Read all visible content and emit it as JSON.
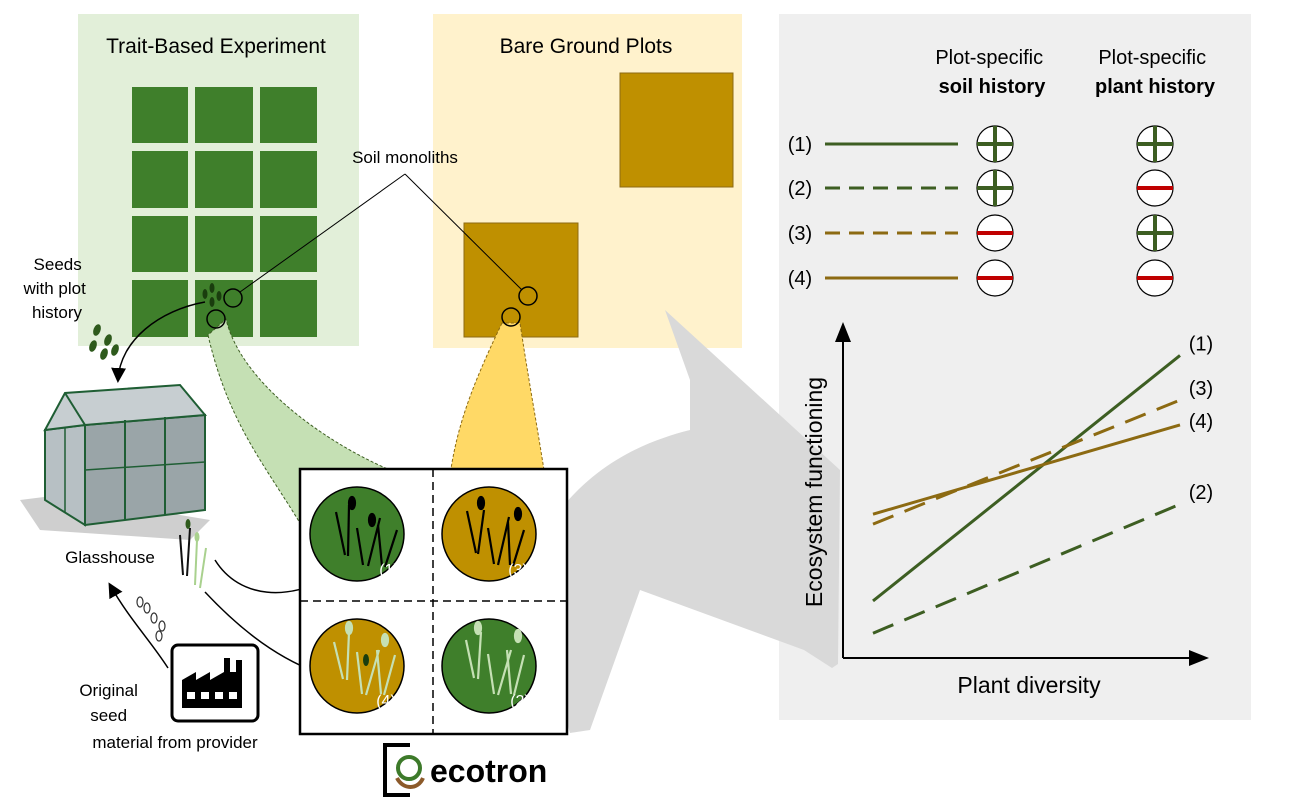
{
  "panels": {
    "trait_title": "Trait-Based Experiment",
    "bare_title": "Bare Ground Plots",
    "soil_monoliths": "Soil monoliths",
    "seeds_lines": [
      "Seeds",
      "with plot",
      "history"
    ],
    "glasshouse": "Glasshouse",
    "original_lines": [
      "Original",
      "seed",
      "material from provider"
    ],
    "logo": "ecotron"
  },
  "quadrant_labels": [
    "(1)",
    "(3)",
    "(4)",
    "(2)"
  ],
  "legend": {
    "soil_header": [
      "Plot-specific",
      "soil history"
    ],
    "plant_header": [
      "Plot-specific",
      "plant history"
    ],
    "rows": [
      {
        "label": "(1)",
        "line": "solid",
        "color": "green",
        "soil": "+",
        "plant": "+"
      },
      {
        "label": "(2)",
        "line": "dashed",
        "color": "green",
        "soil": "+",
        "plant": "-"
      },
      {
        "label": "(3)",
        "line": "dashed",
        "color": "brown",
        "soil": "-",
        "plant": "+"
      },
      {
        "label": "(4)",
        "line": "solid",
        "color": "brown",
        "soil": "-",
        "plant": "-"
      }
    ]
  },
  "colors": {
    "green": "#3d5e22",
    "brown": "#8c6a12",
    "plot_green": "#3f7f2b",
    "plot_gold": "#bf9000",
    "panel_green": "#e2efd9",
    "panel_yellow": "#fff2cc",
    "panel_grey": "#efefef",
    "minus_red": "#c00000"
  },
  "chart_data": {
    "type": "line",
    "xlabel": "Plant diversity",
    "ylabel": "Ecosystem functioning",
    "x": [
      0,
      1
    ],
    "series": [
      {
        "name": "(1)",
        "style": "solid",
        "color": "green",
        "values": [
          0.43,
          1.42
        ]
      },
      {
        "name": "(2)",
        "style": "dashed",
        "color": "green",
        "values": [
          0.3,
          0.82
        ]
      },
      {
        "name": "(3)",
        "style": "dashed",
        "color": "brown",
        "values": [
          0.74,
          1.24
        ]
      },
      {
        "name": "(4)",
        "style": "solid",
        "color": "brown",
        "values": [
          0.78,
          1.14
        ]
      }
    ]
  }
}
